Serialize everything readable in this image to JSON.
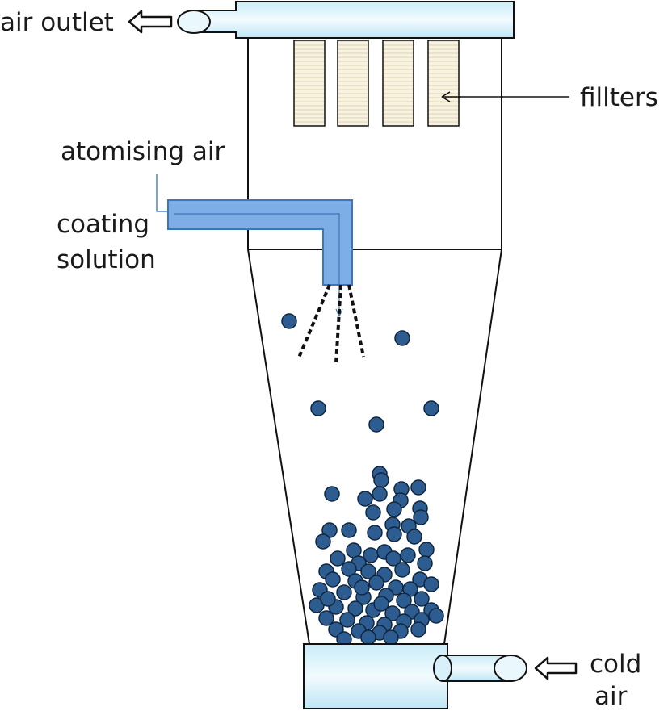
{
  "labels": {
    "air_outlet": "air outlet",
    "filters": "fillters",
    "atomising_air": "atomising air",
    "coating_solution_line1": "coating",
    "coating_solution_line2": "solution",
    "cold_air_line1": "cold",
    "cold_air_line2": "air"
  },
  "colors": {
    "outline": "#111111",
    "pipe_fill": "#dff3fb",
    "filter_fill": "#f7f0dc",
    "filter_stripe": "#e2d8bd",
    "nozzle_fill": "#7eaee6",
    "nozzle_stroke": "#3f74b8",
    "particle_fill": "#2d5c91",
    "particle_stroke": "#10263d"
  },
  "icons": {
    "air_outlet_arrow": "hollow-arrow-left-icon",
    "cold_air_arrow": "hollow-arrow-left-icon"
  }
}
